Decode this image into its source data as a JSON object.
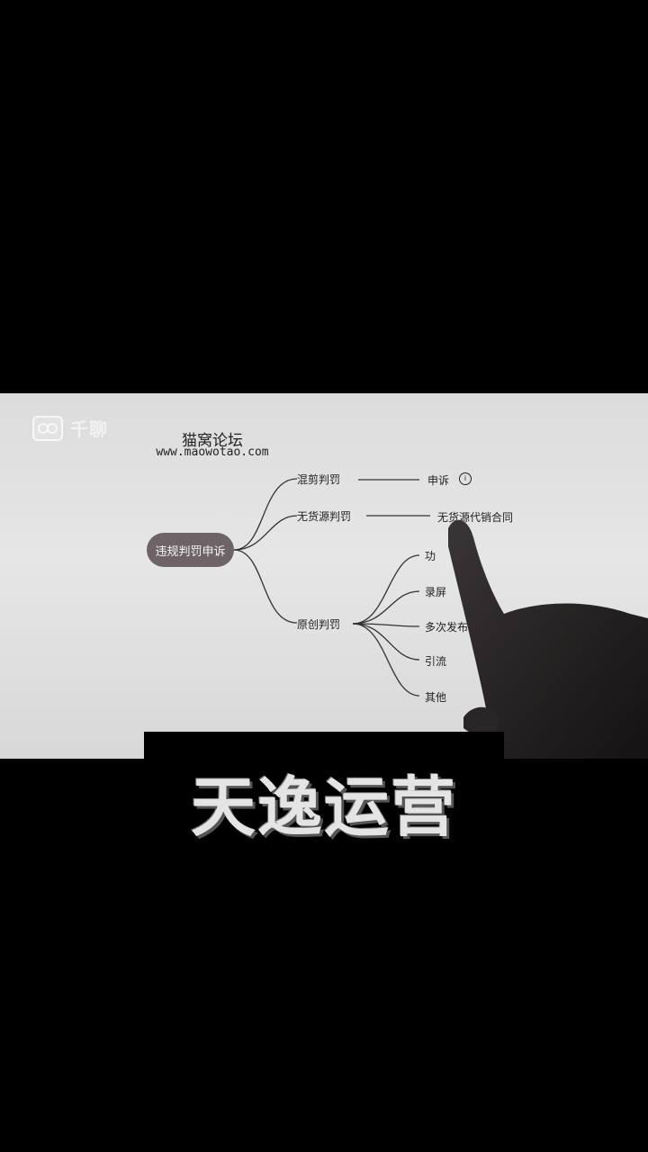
{
  "watermark": {
    "brand_text": "千聊",
    "logo_icon": "owl-logo-icon"
  },
  "forum": {
    "title": "猫窝论坛",
    "url": "www.maowotao.com"
  },
  "mindmap": {
    "root": "违规判罚申诉",
    "branches": [
      {
        "label": "混剪判罚",
        "children": [
          "申诉"
        ]
      },
      {
        "label": "无货源判罚",
        "children": [
          "无货源代销合同"
        ]
      },
      {
        "label": "原创判罚",
        "children": [
          "功",
          "录屏",
          "多次发布",
          "引流",
          "其他"
        ]
      }
    ],
    "info_icon": "info-icon"
  },
  "caption": "天逸运营",
  "colors": {
    "root_fill": "#6e6467",
    "line": "#333333",
    "caption": "#e4e4e4"
  }
}
